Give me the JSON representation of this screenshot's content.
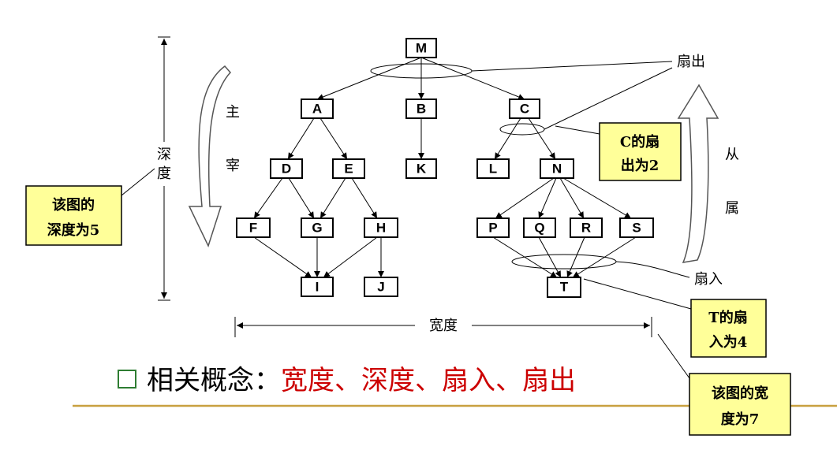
{
  "nodes": {
    "M": "M",
    "A": "A",
    "B": "B",
    "C": "C",
    "D": "D",
    "E": "E",
    "K": "K",
    "L": "L",
    "N": "N",
    "F": "F",
    "G": "G",
    "H": "H",
    "P": "P",
    "Q": "Q",
    "R": "R",
    "S": "S",
    "I": "I",
    "J": "J",
    "T": "T"
  },
  "labels": {
    "fan_out": "扇出",
    "fan_in": "扇入",
    "depth_1": "深",
    "depth_2": "度",
    "dominate_1": "主",
    "dominate_2": "宰",
    "subordinate_1": "从",
    "subordinate_2": "属",
    "width": "宽度"
  },
  "callouts": {
    "c_fanout_1": "C的扇",
    "c_fanout_2": "出为2",
    "depth_1": "该图的",
    "depth_2": "深度为5",
    "t_fanin_1": "T的扇",
    "t_fanin_2": "入为4",
    "width_1": "该图的宽",
    "width_2": "度为7"
  },
  "concepts": {
    "prefix": "相关概念：",
    "terms": "宽度、深度、扇入、扇出"
  },
  "colors": {
    "callout_bg": "#ffff99",
    "terms_red": "#cc0000",
    "divider": "#c8a040",
    "bullet": "#2e7d32"
  }
}
